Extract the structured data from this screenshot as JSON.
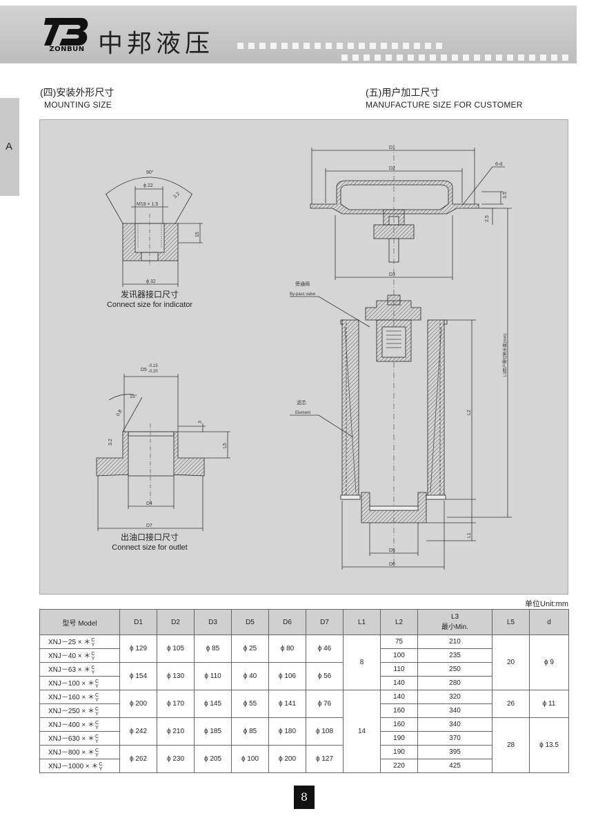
{
  "header": {
    "logo_text": "ZONBUN",
    "brand": "中邦液压"
  },
  "side_tab": {
    "label": "A"
  },
  "sections": {
    "left": {
      "cn": "(四)安装外形尺寸",
      "en": "MOUNTING  SIZE"
    },
    "right": {
      "cn": "(五)用户加工尺寸",
      "en": "MANUFACTURE SIZE FOR CUSTOMER"
    }
  },
  "drawings": {
    "indicator": {
      "caption_cn": "发讯器接口尺寸",
      "caption_en": "Connect size for indicator",
      "dims": {
        "angle": "90°",
        "d22": "ϕ 22",
        "thread": "M18 × 1.5",
        "r32": "3.2",
        "h15": "15",
        "d32": "ϕ 32"
      }
    },
    "outlet": {
      "caption_cn": "出油口接口尺寸",
      "caption_en": "Connect size for outlet",
      "dims": {
        "d5": "D5",
        "tol_top": "-0.15",
        "tol_bot": "-0.20",
        "angle": "15°",
        "r08": "0.8",
        "r32": "3.2",
        "h3": "3",
        "l5": "L5",
        "d4": "D4",
        "d7": "D7"
      }
    },
    "customer": {
      "dims": {
        "d1": "D1",
        "d2": "D2",
        "d3": "D3",
        "d5": "D5",
        "d6": "D6",
        "hole": "6-d",
        "h35": "3.5",
        "h25": "2.5",
        "l2": "L2",
        "l1": "L1",
        "l3": "L3用户需切割长度(mm)"
      },
      "bypass_cn": "旁通阀",
      "bypass_en": "By-pass valve",
      "element_cn": "滤芯",
      "element_en": "Element"
    }
  },
  "unit_label": "单位Unit:mm",
  "table": {
    "headers": {
      "model": "型号 Model",
      "d1": "D1",
      "d2": "D2",
      "d3": "D3",
      "d5": "D5",
      "d6": "D6",
      "d7": "D7",
      "l1": "L1",
      "l2": "L2",
      "l3_top": "L3",
      "l3_bottom": "最小Min.",
      "l5": "L5",
      "d": "d"
    },
    "suffix_top": "C",
    "suffix_bottom": "Y",
    "models": [
      "XNJ－25 × ＊",
      "XNJ－40 × ＊",
      "XNJ－63 × ＊",
      "XNJ－100 × ＊",
      "XNJ－160 × ＊",
      "XNJ－250 × ＊",
      "XNJ－400 × ＊",
      "XNJ－630 × ＊",
      "XNJ－800 × ＊",
      "XNJ－1000 × ＊"
    ],
    "groups": [
      {
        "d1": "ϕ 129",
        "d2": "ϕ 105",
        "d3": "ϕ 85",
        "d5": "ϕ 25",
        "d6": "ϕ 80",
        "d7": "ϕ 46"
      },
      {
        "d1": "ϕ 154",
        "d2": "ϕ 130",
        "d3": "ϕ 110",
        "d5": "ϕ 40",
        "d6": "ϕ 106",
        "d7": "ϕ 56"
      },
      {
        "d1": "ϕ 200",
        "d2": "ϕ 170",
        "d3": "ϕ 145",
        "d5": "ϕ 55",
        "d6": "ϕ 141",
        "d7": "ϕ 76"
      },
      {
        "d1": "ϕ 242",
        "d2": "ϕ 210",
        "d3": "ϕ 185",
        "d5": "ϕ 85",
        "d6": "ϕ 180",
        "d7": "ϕ 108"
      },
      {
        "d1": "ϕ 262",
        "d2": "ϕ 230",
        "d3": "ϕ 205",
        "d5": "ϕ 100",
        "d6": "ϕ 200",
        "d7": "ϕ 127"
      }
    ],
    "l1": [
      "8",
      "14"
    ],
    "l2": [
      "75",
      "100",
      "110",
      "140",
      "140",
      "160",
      "160",
      "190",
      "190",
      "220"
    ],
    "l3": [
      "210",
      "235",
      "250",
      "280",
      "320",
      "340",
      "340",
      "370",
      "395",
      "425"
    ],
    "l5": [
      "20",
      "26",
      "28"
    ],
    "d": [
      "ϕ 9",
      "ϕ 11",
      "ϕ 13.5"
    ]
  },
  "page_number": "8"
}
